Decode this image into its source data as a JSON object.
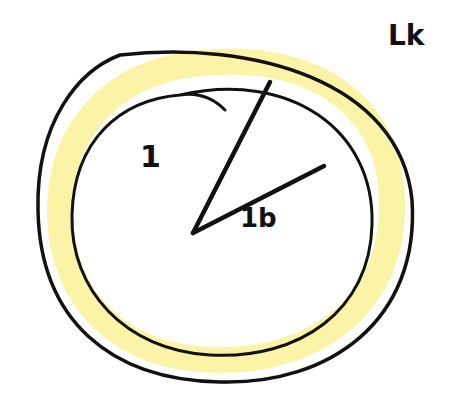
{
  "diagram": {
    "labels": [
      "1",
      "1b",
      "Lk"
    ]
  }
}
